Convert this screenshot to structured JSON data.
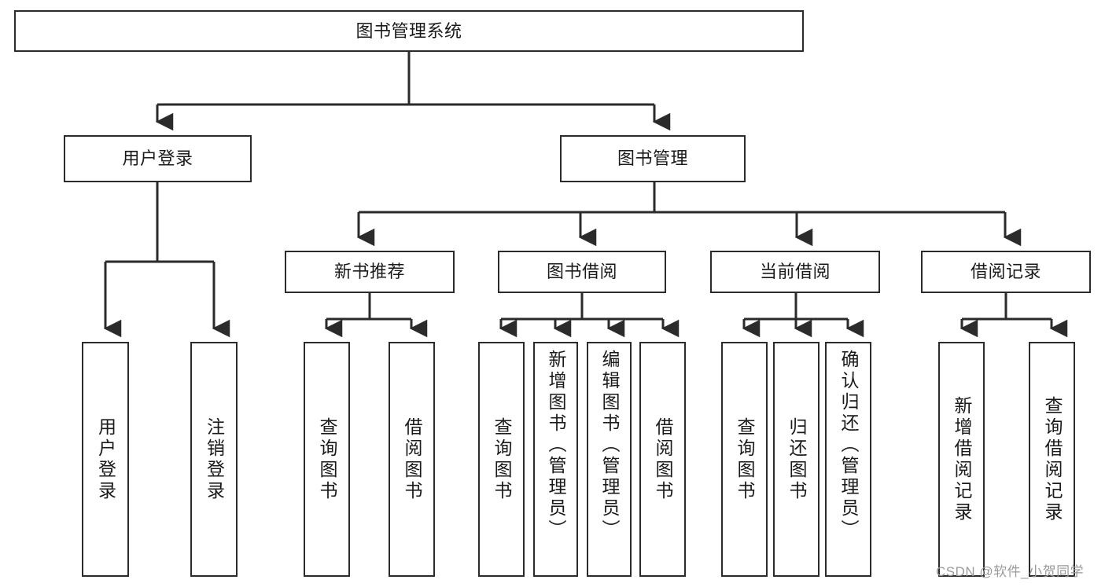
{
  "diagram": {
    "title": "图书管理系统",
    "type": "tree",
    "style": {
      "box_border": "#2b2b2b",
      "box_fill": "#ffffff",
      "line_color": "#2b2b2b",
      "text_color": "#1a1a1a",
      "background": "#ffffff"
    },
    "levels": {
      "root": {
        "label": "图书管理系统"
      },
      "level2": [
        {
          "label": "用户登录"
        },
        {
          "label": "图书管理"
        }
      ],
      "level3": [
        {
          "label": "新书推荐"
        },
        {
          "label": "图书借阅"
        },
        {
          "label": "当前借阅"
        },
        {
          "label": "借阅记录"
        }
      ],
      "leaves": {
        "user_login": [
          {
            "label": "用户登录"
          },
          {
            "label": "注销登录"
          }
        ],
        "new_book_recommend": [
          {
            "label": "查询图书"
          },
          {
            "label": "借阅图书"
          }
        ],
        "book_borrow": [
          {
            "label": "查询图书"
          },
          {
            "label": "新增图书（管理员）"
          },
          {
            "label": "编辑图书（管理员）"
          },
          {
            "label": "借阅图书"
          }
        ],
        "current_borrow": [
          {
            "label": "查询图书"
          },
          {
            "label": "归还图书"
          },
          {
            "label": "确认归还（管理员）"
          }
        ],
        "borrow_record": [
          {
            "label": "新增借阅记录"
          },
          {
            "label": "查询借阅记录"
          }
        ]
      }
    }
  },
  "watermark": {
    "text": "CSDN @软件_小贺同学"
  }
}
